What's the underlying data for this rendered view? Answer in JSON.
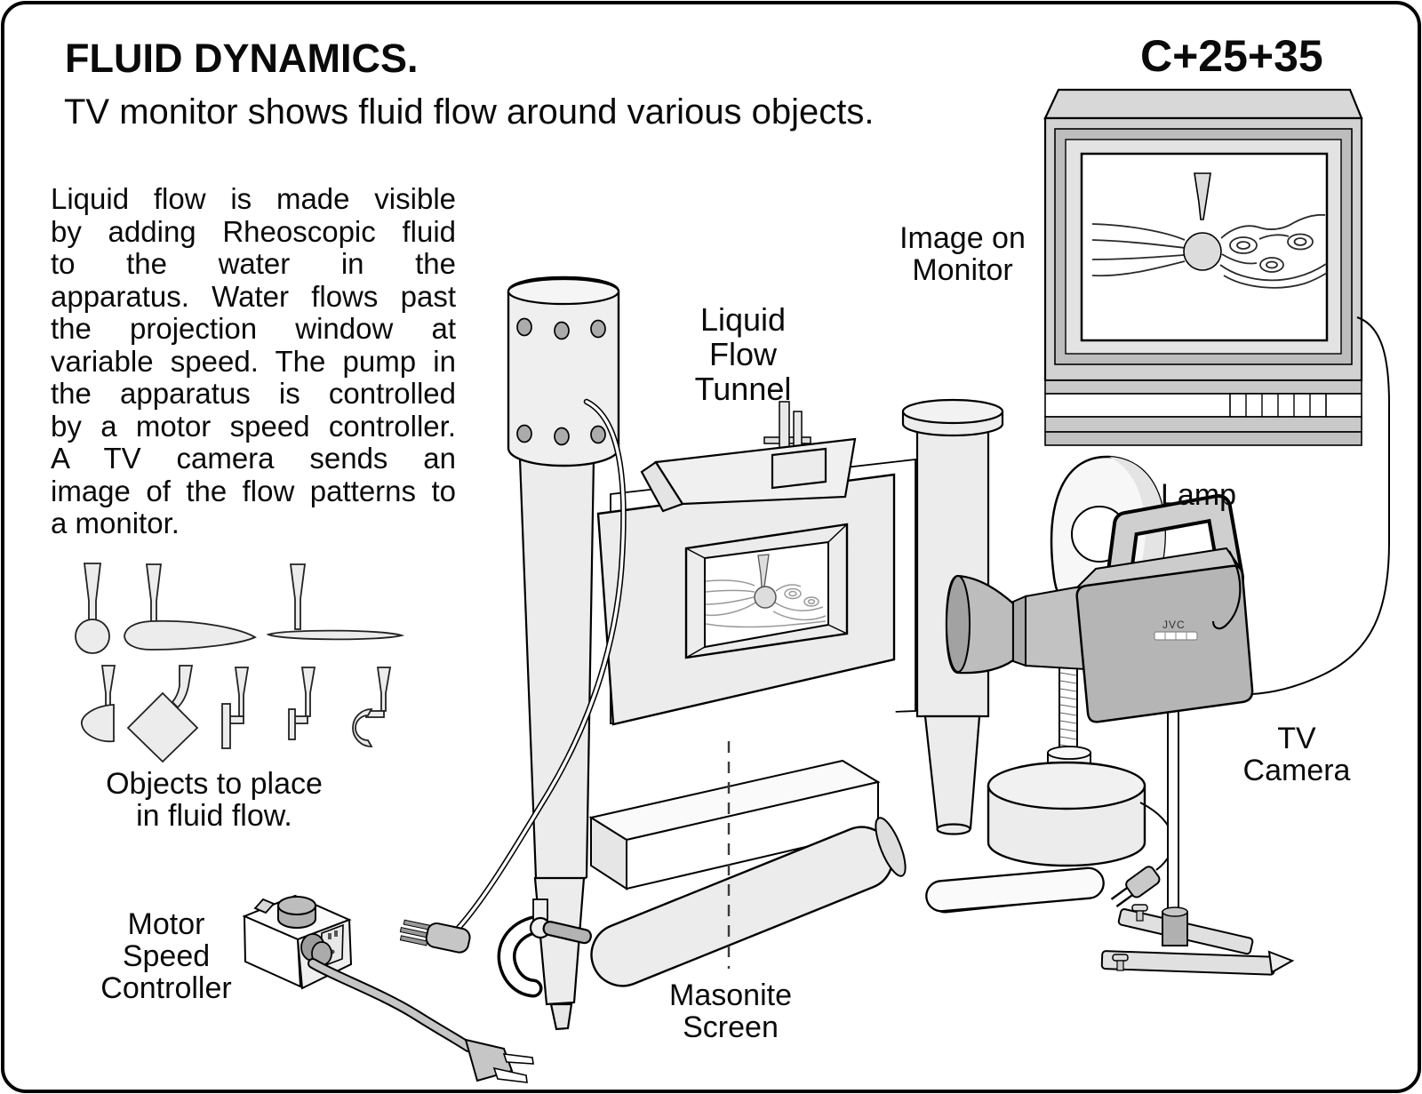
{
  "header": {
    "title": "FLUID DYNAMICS.",
    "code": "C+25+35",
    "subtitle": "TV monitor shows fluid flow around various objects."
  },
  "description": {
    "lines": [
      "Liquid flow is made visible",
      "by adding Rheoscopic fluid",
      "to the water in the",
      "apparatus. Water flows past",
      "the projection window at",
      "variable speed. The pump in",
      "the apparatus is controlled",
      "by a motor speed controller.",
      "A TV camera sends an",
      "image of the flow patterns to",
      "a monitor."
    ]
  },
  "labels": {
    "objects": "Objects to place\nin fluid flow.",
    "motor_controller": "Motor\nSpeed\nController",
    "tunnel": "Liquid\nFlow\nTunnel",
    "image_on_monitor": "Image on\nMonitor",
    "lamp": "Lamp",
    "tv_camera": "TV\nCamera",
    "masonite": "Masonite\nScreen",
    "brand": "JVC"
  },
  "colors": {
    "outline": "#000000",
    "light_gray": "#ececec",
    "mid_gray": "#b5b5b5",
    "cabinet_gray": "#d2d2d2",
    "cord_gray": "#c6c6c6"
  }
}
